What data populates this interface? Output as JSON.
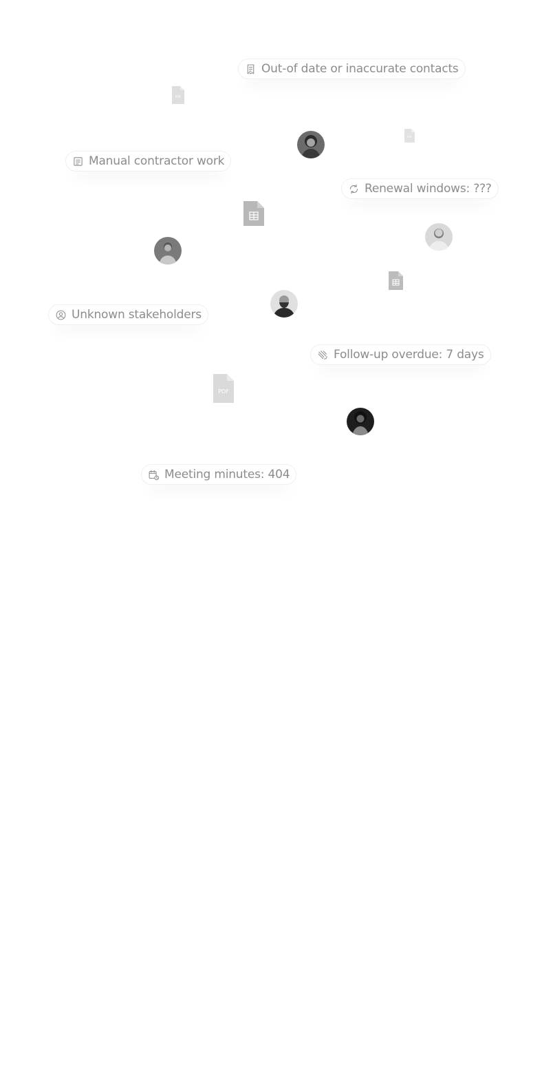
{
  "pills": {
    "contacts": {
      "label": "Out-of date or inaccurate contacts",
      "icon": "receipt-icon"
    },
    "contractor": {
      "label": "Manual contractor work",
      "icon": "list-document-icon"
    },
    "renewal": {
      "label": "Renewal windows: ???",
      "icon": "refresh-icon"
    },
    "stakeholders": {
      "label": "Unknown stakeholders",
      "icon": "user-circle-icon"
    },
    "followup": {
      "label": "Follow-up overdue: 7 days",
      "icon": "hand-wave-icon"
    },
    "meeting": {
      "label": "Meeting minutes: 404",
      "icon": "calendar-clock-icon"
    }
  },
  "files": {
    "pdf_label": "PDF"
  },
  "colors": {
    "text": "#8c8c8c",
    "border": "#efefef",
    "file_gray": "#cfcfcf",
    "sheet_gray": "#b3b3b3",
    "background": "#ffffff"
  }
}
